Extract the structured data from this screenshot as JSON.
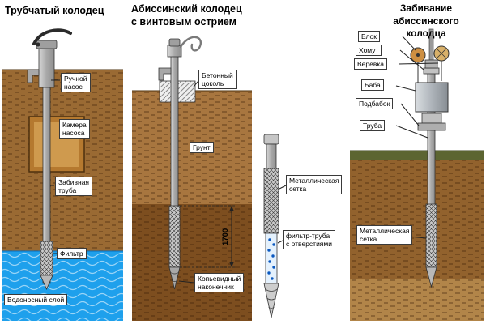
{
  "left": {
    "title": "Трубчатый колодец",
    "labels": {
      "hand_pump": "Ручной\nнасос",
      "pump_chamber": "Камера\nнасоса",
      "driven_pipe": "Забивная\nтруба",
      "filter": "Фильтр",
      "aquifer": "Водоносный слой"
    }
  },
  "middle": {
    "title_line1": "Абиссинский колодец",
    "title_line2": "с винтовым острием",
    "labels": {
      "concrete_base": "Бетонный\nцоколь",
      "soil": "Грунт",
      "dimension": "1700",
      "spear_tip": "Копьевидный\nнаконечник"
    }
  },
  "detail": {
    "labels": {
      "metal_mesh": "Металлическая\nсетка",
      "filter_pipe": "фильтр-труба\nс отверстиями"
    }
  },
  "right": {
    "title_line1": "Забивание абиссинского",
    "title_line2": "колодца",
    "labels": {
      "block": "Блок",
      "clamp": "Хомут",
      "rope": "Веревка",
      "ram": "Баба",
      "anvil": "Подбабок",
      "pipe": "Труба",
      "metal_mesh": "Металлическая\nсетка"
    }
  },
  "colors": {
    "soil_brown": "#9a6a33",
    "soil_dark_brown": "#7d4e1f",
    "water_blue": "#1ea0ec",
    "pipe_gray": "#b3b3b3",
    "pulley_orange": "#cd8f42"
  }
}
